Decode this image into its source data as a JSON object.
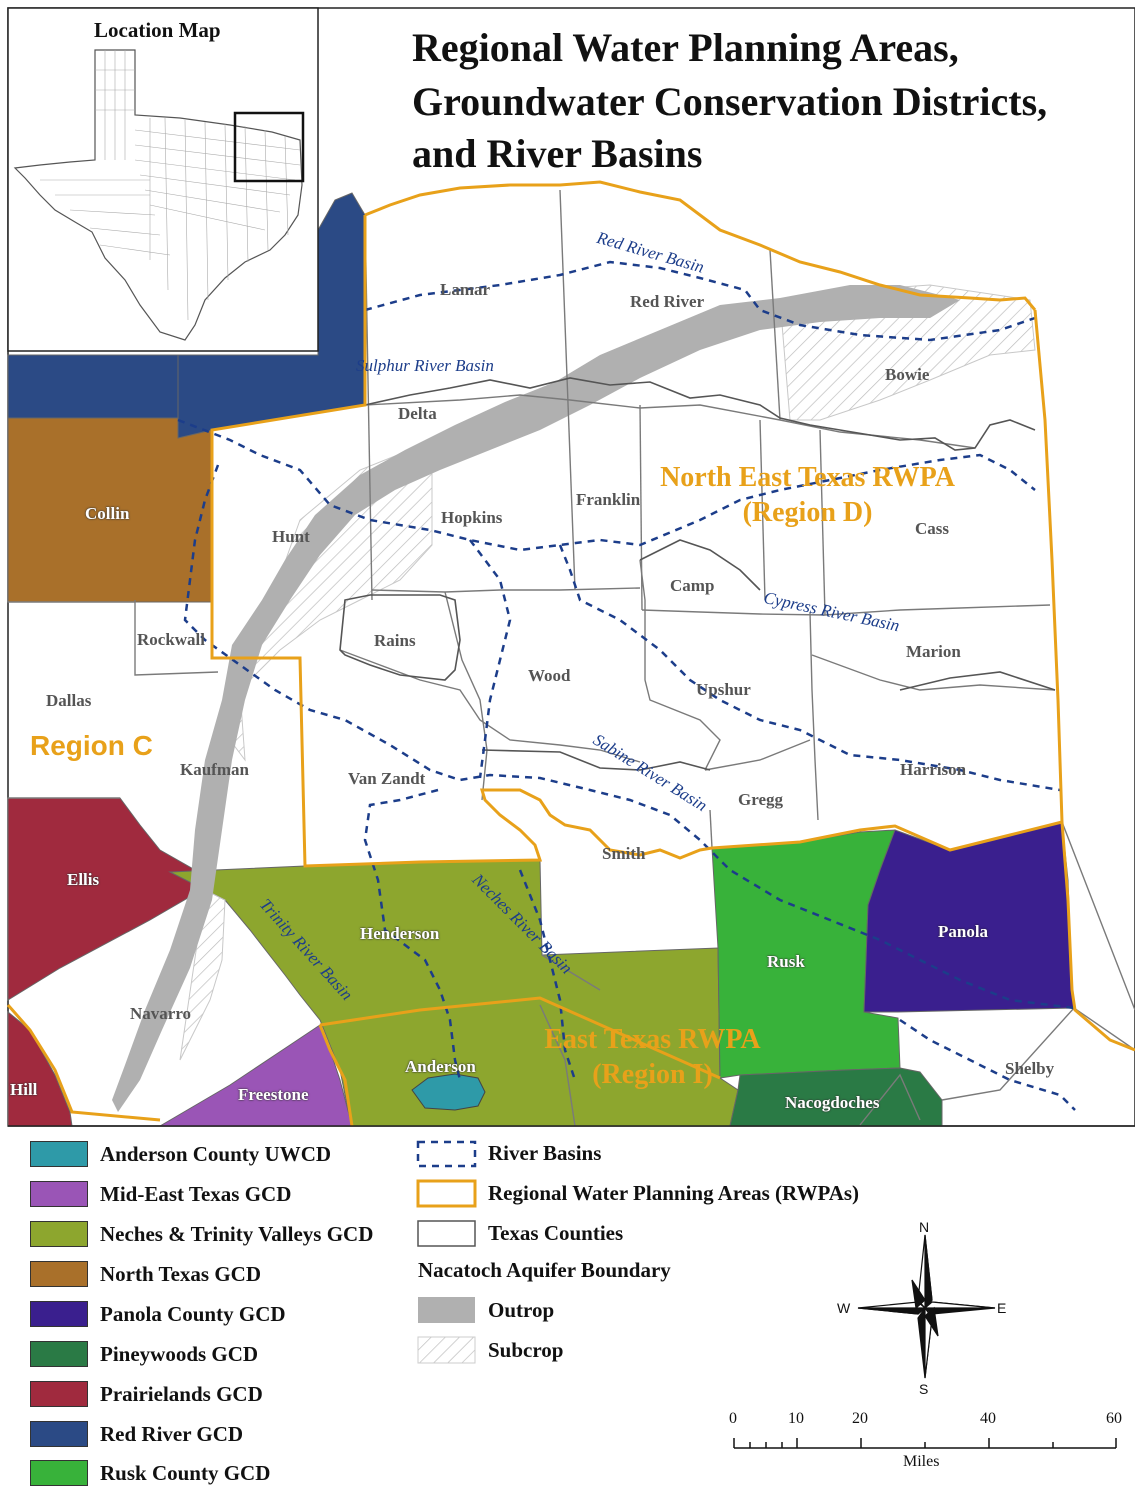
{
  "title": {
    "line1": "Regional Water Planning Areas,",
    "line2": "Groundwater Conservation Districts,",
    "line3": "and River Basins"
  },
  "inset": {
    "title": "Location Map"
  },
  "colors": {
    "anderson": "#2e9aa8",
    "mid_east": "#9a55b6",
    "neches_trinity": "#8da62e",
    "north_texas": "#a9702a",
    "panola": "#3a1f8e",
    "pineywoods": "#2a7a45",
    "prairielands": "#a02a3e",
    "red_river": "#2b4a85",
    "rusk": "#38b23a",
    "rwpa_boundary": "#e8a11a",
    "basin_line": "#1c3d8a",
    "outcrop": "#b0b0b0"
  },
  "counties": [
    {
      "name": "Lamar",
      "style": "dark"
    },
    {
      "name": "Red River",
      "style": "dark"
    },
    {
      "name": "Bowie",
      "style": "dark"
    },
    {
      "name": "Delta",
      "style": "dark"
    },
    {
      "name": "Collin",
      "style": "light"
    },
    {
      "name": "Hunt",
      "style": "dark"
    },
    {
      "name": "Hopkins",
      "style": "dark"
    },
    {
      "name": "Franklin",
      "style": "dark"
    },
    {
      "name": "Cass",
      "style": "dark"
    },
    {
      "name": "Camp",
      "style": "dark"
    },
    {
      "name": "Rockwall",
      "style": "dark"
    },
    {
      "name": "Rains",
      "style": "dark"
    },
    {
      "name": "Marion",
      "style": "dark"
    },
    {
      "name": "Wood",
      "style": "dark"
    },
    {
      "name": "Upshur",
      "style": "dark"
    },
    {
      "name": "Dallas",
      "style": "dark"
    },
    {
      "name": "Kaufman",
      "style": "dark"
    },
    {
      "name": "Van Zandt",
      "style": "dark"
    },
    {
      "name": "Harrison",
      "style": "dark"
    },
    {
      "name": "Gregg",
      "style": "dark"
    },
    {
      "name": "Smith",
      "style": "dark"
    },
    {
      "name": "Ellis",
      "style": "light"
    },
    {
      "name": "Henderson",
      "style": "light"
    },
    {
      "name": "Panola",
      "style": "onpurple"
    },
    {
      "name": "Rusk",
      "style": "light"
    },
    {
      "name": "Navarro",
      "style": "dark"
    },
    {
      "name": "Anderson",
      "style": "light"
    },
    {
      "name": "Shelby",
      "style": "dark"
    },
    {
      "name": "Hill",
      "style": "light"
    },
    {
      "name": "Freestone",
      "style": "light"
    },
    {
      "name": "Nacogdoches",
      "style": "light"
    }
  ],
  "basins": [
    "Red River Basin",
    "Sulphur River Basin",
    "Cypress River Basin",
    "Sabine River Basin",
    "Trinity River Basin",
    "Neches River Basin"
  ],
  "regions": {
    "d_line1": "North East Texas RWPA",
    "d_line2": "(Region D)",
    "c": "Region C",
    "i_line1": "East Texas RWPA",
    "i_line2": "(Region I)"
  },
  "legend": {
    "gcd": [
      {
        "label": "Anderson County UWCD",
        "color": "#2e9aa8"
      },
      {
        "label": "Mid-East Texas GCD",
        "color": "#9a55b6"
      },
      {
        "label": "Neches & Trinity Valleys GCD",
        "color": "#8da62e"
      },
      {
        "label": "North Texas GCD",
        "color": "#a9702a"
      },
      {
        "label": "Panola County GCD",
        "color": "#3a1f8e"
      },
      {
        "label": "Pineywoods GCD",
        "color": "#2a7a45"
      },
      {
        "label": "Prairielands GCD",
        "color": "#a02a3e"
      },
      {
        "label": "Red River GCD",
        "color": "#2b4a85"
      },
      {
        "label": "Rusk County GCD",
        "color": "#38b23a"
      }
    ],
    "river_basins": "River Basins",
    "rwpas": "Regional Water Planning Areas (RWPAs)",
    "counties": "Texas Counties",
    "aquifer_header": "Nacatoch Aquifer Boundary",
    "outcrop": "Outrop",
    "subcrop": "Subcrop"
  },
  "compass": {
    "n": "N",
    "s": "S",
    "e": "E",
    "w": "W"
  },
  "scale": {
    "ticks": [
      "0",
      "10",
      "20",
      "40",
      "60"
    ],
    "unit": "Miles"
  }
}
